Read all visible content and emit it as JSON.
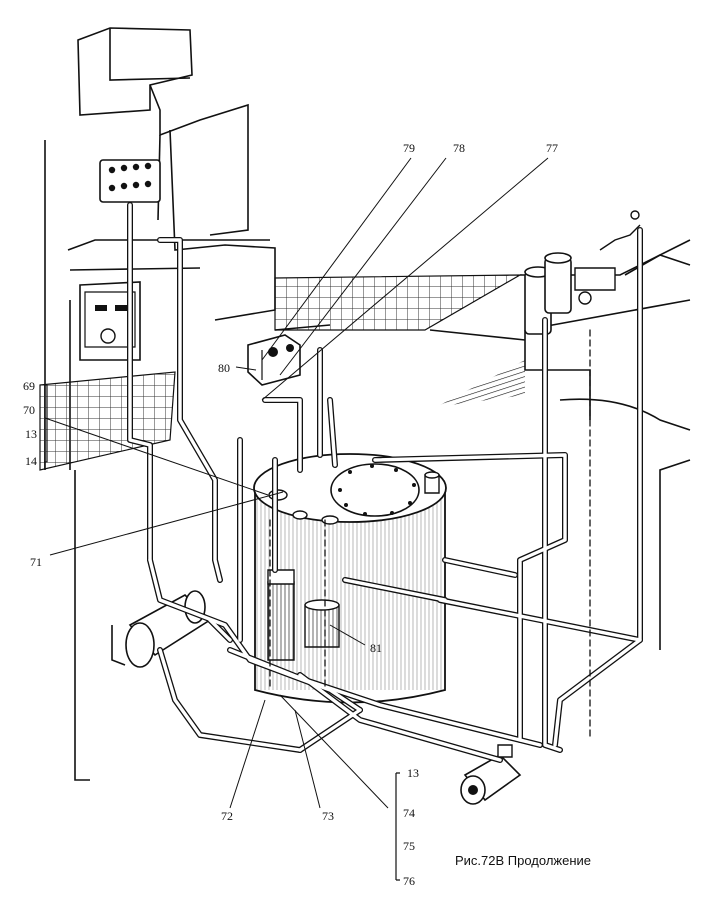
{
  "callouts": {
    "c69": "69",
    "c70": "70",
    "c13_left": "13",
    "c14": "14",
    "c71": "71",
    "c72": "72",
    "c73": "73",
    "c13_bottom": "13",
    "c74": "74",
    "c75": "75",
    "c76": "76",
    "c77": "77",
    "c78": "78",
    "c79": "79",
    "c80": "80",
    "c81": "81"
  },
  "caption": "Рис.72В Продолжение"
}
